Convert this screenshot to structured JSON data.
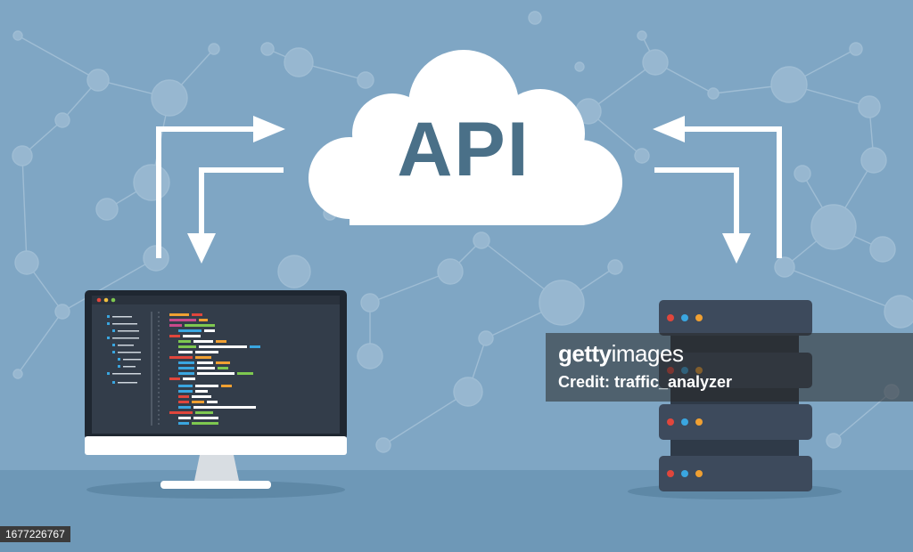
{
  "cloud": {
    "label": "API",
    "label_color": "#4a7088"
  },
  "watermark": {
    "brand_prefix": "getty",
    "brand_suffix": "images",
    "credit": "Credit: traffic_analyzer"
  },
  "image_id": "1677226767",
  "colors": {
    "background": "#7fa6c4",
    "floor": "#6e98b7",
    "monitor_frame": "#2b3440",
    "server": "#3d4a5c",
    "led_red": "#e0463c",
    "led_blue": "#3aa6e0",
    "led_orange": "#f0a032"
  },
  "icons": [
    "cloud-icon",
    "monitor-icon",
    "server-rack-icon",
    "arrow-icon"
  ]
}
